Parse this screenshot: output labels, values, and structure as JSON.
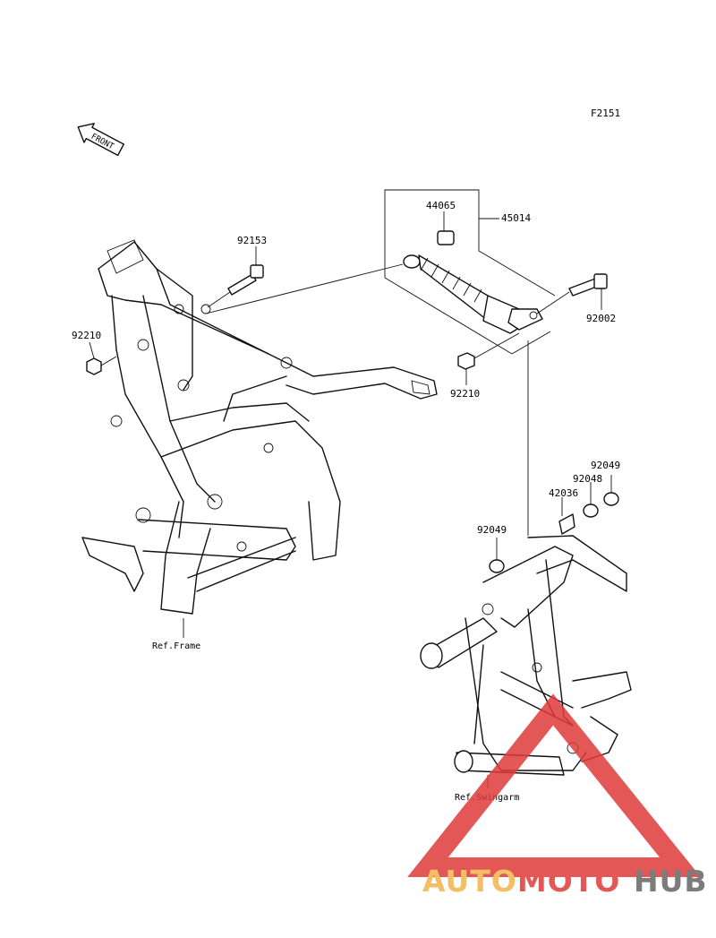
{
  "figure_code": "F2151",
  "front_arrow_label": "FRONT",
  "part_labels": {
    "p44065": "44065",
    "p45014": "45014",
    "p92153": "92153",
    "p92210_left": "92210",
    "p92002": "92002",
    "p92210_right": "92210",
    "p92049_top": "92049",
    "p92048": "92048",
    "p42036": "42036",
    "p92049_left": "92049"
  },
  "ref_labels": {
    "frame": "Ref.Frame",
    "swingarm": "Ref.Swingarm"
  },
  "watermark": {
    "part1": "AUTOMOTO",
    "part2": "HUB",
    "color_orange": "#f2b54a",
    "color_red": "#e03a3a",
    "color_gray": "#666666"
  }
}
